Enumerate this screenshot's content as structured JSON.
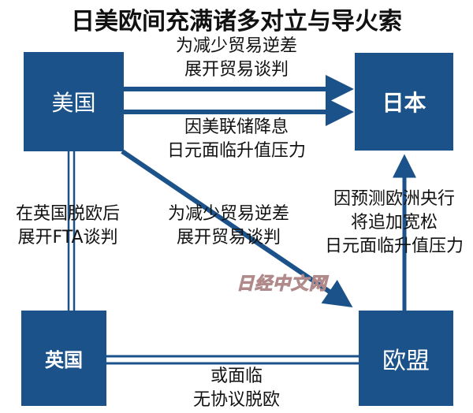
{
  "title": "日美欧间充满诸多对立与导火索",
  "colors": {
    "box": "#1b5289",
    "line": "#1b5289",
    "text": "#111111"
  },
  "nodes": {
    "us": "美国",
    "japan": "日本",
    "uk": "英国",
    "eu": "欧盟"
  },
  "edges": {
    "us_japan_top": [
      "为减少贸易逆差",
      "展开贸易谈判"
    ],
    "us_japan_bottom": [
      "因美联储降息",
      "日元面临升值压力"
    ],
    "us_uk": [
      "在英国脱欧后",
      "展开FTA谈判"
    ],
    "us_eu": [
      "为减少贸易逆差",
      "展开贸易谈判"
    ],
    "eu_japan": [
      "因预测欧洲央行",
      "将追加宽松",
      "日元面临升值压力"
    ],
    "uk_eu": [
      "或面临",
      "无协议脱欧"
    ]
  },
  "watermark": "日经中文网"
}
